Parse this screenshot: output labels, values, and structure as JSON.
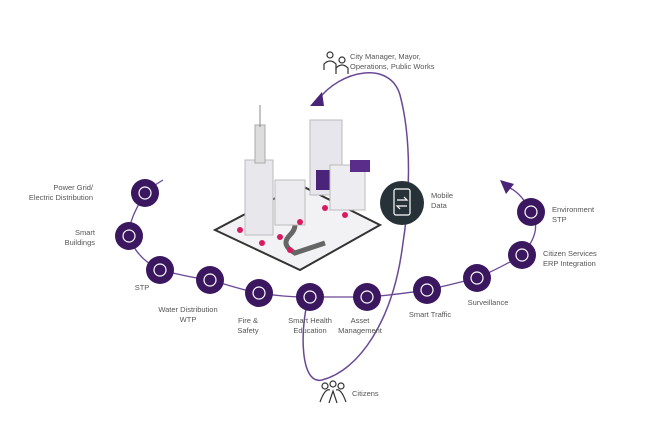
{
  "colors": {
    "node": "#3b1760",
    "line": "#6a4897",
    "mobile": "#263238"
  },
  "top_actor": {
    "line1": "City Manager, Mayor,",
    "line2": "Operations, Public Works",
    "icon": "people-icon"
  },
  "bottom_actor": {
    "label": "Citizens",
    "icon": "citizens-icon"
  },
  "mobile": {
    "line1": "Mobile",
    "line2": "Data",
    "icon": "mobile-sync-icon"
  },
  "nodes": [
    {
      "line1": "Power Grid/",
      "line2": "Electric Distribution",
      "icon": "power-tower-icon"
    },
    {
      "line1": "Smart",
      "line2": "Buildings",
      "icon": "buildings-icon"
    },
    {
      "line1": "STP",
      "line2": "",
      "icon": "treatment-plant-icon"
    },
    {
      "line1": "Water Distribution",
      "line2": "WTP",
      "icon": "water-drop-icon"
    },
    {
      "line1": "Fire &",
      "line2": "Safety",
      "icon": "fire-shield-icon"
    },
    {
      "line1": "Smart Health",
      "line2": "Education",
      "icon": "health-hand-icon"
    },
    {
      "line1": "Asset",
      "line2": "Management",
      "icon": "clipboard-icon"
    },
    {
      "line1": "Smart Traffic",
      "line2": "",
      "icon": "traffic-light-icon"
    },
    {
      "line1": "Surveillance",
      "line2": "",
      "icon": "camera-icon"
    },
    {
      "line1": "Citizen Services",
      "line2": "ERP Integration",
      "icon": "citizens-services-icon"
    },
    {
      "line1": "Environment",
      "line2": "STP",
      "icon": "leaf-icon"
    }
  ]
}
